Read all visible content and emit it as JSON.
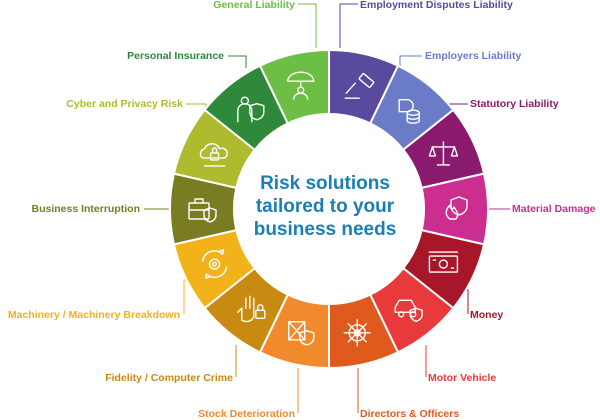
{
  "center": {
    "line1": "Risk solutions",
    "line2": "tailored to your",
    "line3": "business needs",
    "color": "#1a7fb5"
  },
  "segments": [
    {
      "key": "employment",
      "label": "Employment Disputes Liability",
      "color": "#5a4a9e",
      "icon": "gavel-icon"
    },
    {
      "key": "employers",
      "label": "Employers Liability",
      "color": "#6a7cc8",
      "icon": "coin-stack-icon"
    },
    {
      "key": "statutory",
      "label": "Statutory Liability",
      "color": "#8a1a6e",
      "icon": "scales-icon"
    },
    {
      "key": "material",
      "label": "Material Damage",
      "color": "#cc2e90",
      "icon": "fire-shield-icon"
    },
    {
      "key": "money",
      "label": "Money",
      "color": "#a8162a",
      "icon": "banknote-icon"
    },
    {
      "key": "motor",
      "label": "Motor Vehicle",
      "color": "#e83a3a",
      "icon": "car-shield-icon"
    },
    {
      "key": "directors",
      "label": "Directors & Officers",
      "color": "#e05a1e",
      "icon": "ship-wheel-icon"
    },
    {
      "key": "stock",
      "label": "Stock Deterioration",
      "color": "#f08a2c",
      "icon": "box-shield-icon"
    },
    {
      "key": "fidelity",
      "label": "Fidelity / Computer Crime",
      "color": "#c98a12",
      "icon": "hand-lock-icon"
    },
    {
      "key": "machinery",
      "label": "Machinery / Machinery Breakdown",
      "color": "#f2b21a",
      "icon": "gear-cycle-icon"
    },
    {
      "key": "business",
      "label": "Business Interruption",
      "color": "#7a7c22",
      "icon": "briefcase-shield-icon"
    },
    {
      "key": "cyber",
      "label": "Cyber and Privacy Risk",
      "color": "#aebb2e",
      "icon": "cloud-lock-icon"
    },
    {
      "key": "personal",
      "label": "Personal Insurance",
      "color": "#2e8a3a",
      "icon": "person-shield-icon"
    },
    {
      "key": "general",
      "label": "General Liability",
      "color": "#6cbf44",
      "icon": "umbrella-person-icon"
    }
  ]
}
